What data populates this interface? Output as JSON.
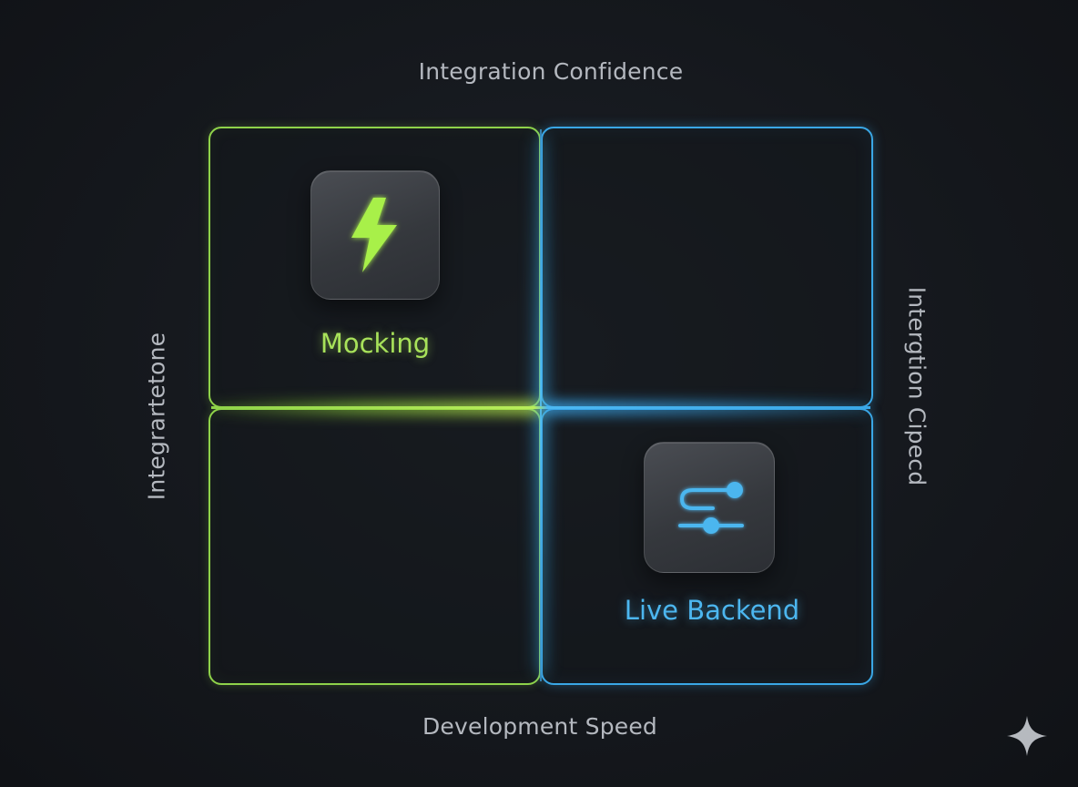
{
  "axes": {
    "top": "Integration Confidence",
    "bottom": "Development Speed",
    "left": "Integrartetone",
    "right": "Intergtion Cipecd"
  },
  "quadrants": {
    "top_left": {
      "label": "Mocking",
      "icon": "lightning-bolt-icon",
      "color": "#a8e25a"
    },
    "bottom_right": {
      "label": "Live Backend",
      "icon": "connection-flow-icon",
      "color": "#4cb6ef"
    }
  },
  "colors": {
    "green": "#8fd34a",
    "blue": "#3aa7e6",
    "background": "#14171c"
  },
  "watermark_icon": "sparkle-icon"
}
